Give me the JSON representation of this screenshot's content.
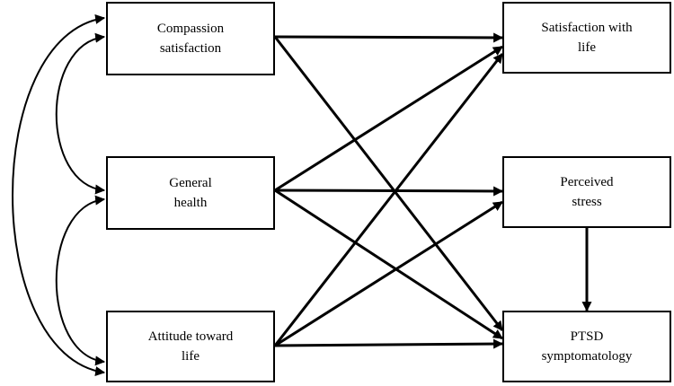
{
  "diagram": {
    "predictors": {
      "compassion": {
        "line1": "Compassion",
        "line2": "satisfaction"
      },
      "health": {
        "line1": "General",
        "line2": "health"
      },
      "attitude": {
        "line1": "Attitude toward",
        "line2": "life"
      }
    },
    "outcomes": {
      "swl": {
        "line1": "Satisfaction with",
        "line2": "life"
      },
      "stress": {
        "line1": "Perceived",
        "line2": "stress"
      },
      "ptsd": {
        "line1": "PTSD",
        "line2": "symptomatology"
      }
    },
    "paths": [
      {
        "from": "compassion",
        "to": "swl"
      },
      {
        "from": "compassion",
        "to": "ptsd"
      },
      {
        "from": "health",
        "to": "swl"
      },
      {
        "from": "health",
        "to": "stress"
      },
      {
        "from": "health",
        "to": "ptsd"
      },
      {
        "from": "attitude",
        "to": "swl"
      },
      {
        "from": "attitude",
        "to": "stress"
      },
      {
        "from": "attitude",
        "to": "ptsd"
      },
      {
        "from": "stress",
        "to": "ptsd"
      }
    ],
    "correlations": [
      {
        "between": [
          "compassion",
          "health"
        ]
      },
      {
        "between": [
          "health",
          "attitude"
        ]
      },
      {
        "between": [
          "compassion",
          "attitude"
        ]
      }
    ],
    "colors": {
      "stroke": "#000000",
      "background": "#ffffff"
    }
  }
}
